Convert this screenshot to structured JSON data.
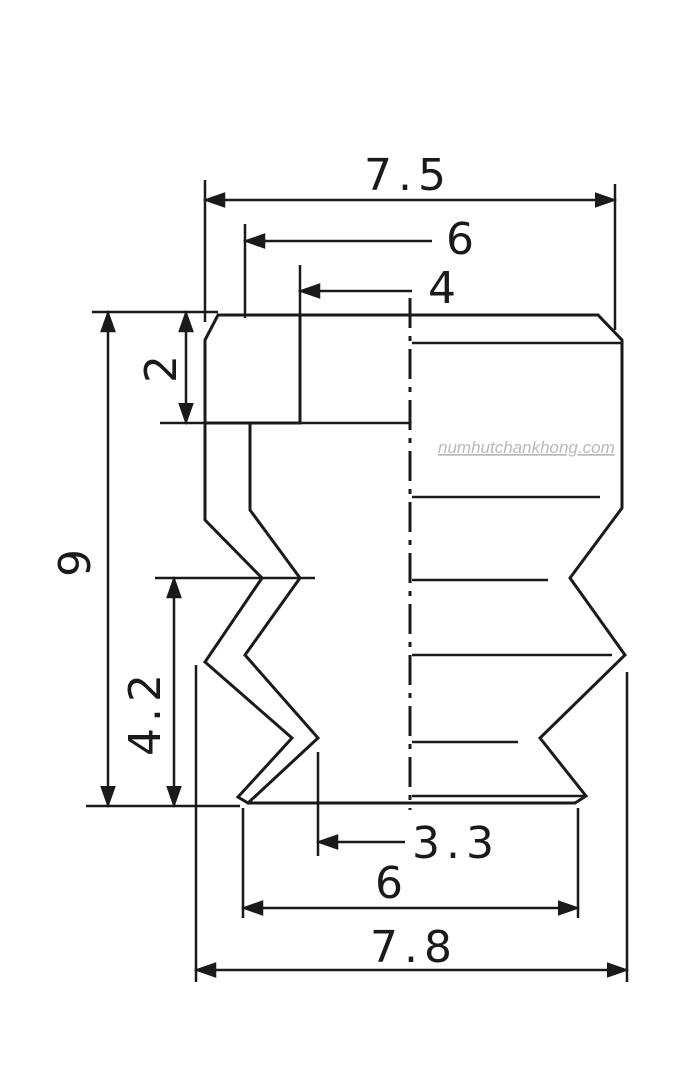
{
  "dimensions": {
    "top_outer": "7.5",
    "top_middle": "6",
    "top_inner": "4",
    "height_total": "9",
    "height_top": "2",
    "height_bellows": "4.2",
    "bottom_inner": "3.3",
    "bottom_middle": "6",
    "bottom_outer": "7.8"
  },
  "watermark": "numhutchankhong.com",
  "colors": {
    "line": "#1a1a1a",
    "background": "#ffffff",
    "watermark": "#b9b9b9"
  }
}
